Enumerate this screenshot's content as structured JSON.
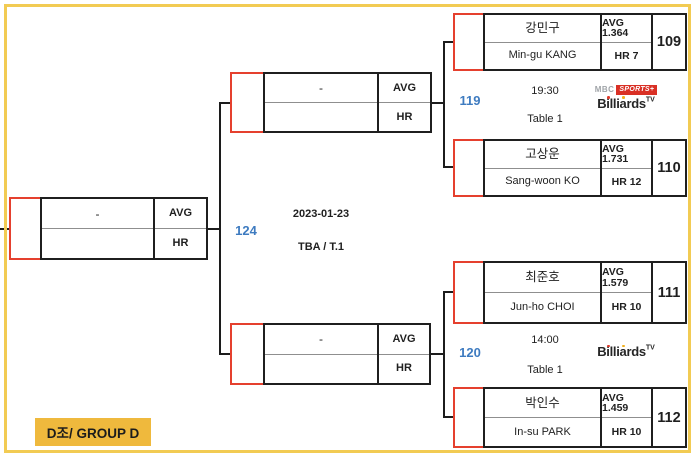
{
  "group_label": "D조/ GROUP D",
  "colors": {
    "outer_border_gold": "#f2cb53",
    "seed_box_red": "#e5402e",
    "box_border_black": "#1f1f1f",
    "match_no_blue": "#3e7bc0",
    "group_label_bg": "#efb93d",
    "sports_badge_red": "#d93025"
  },
  "final": {
    "match_no": "124",
    "date": "2023-01-23",
    "info": "TBA / T.1",
    "slot": {
      "name": "-",
      "avg_label": "AVG",
      "hr_label": "HR"
    }
  },
  "semifinals": [
    {
      "slot": {
        "name": "-",
        "avg_label": "AVG",
        "hr_label": "HR"
      }
    },
    {
      "slot": {
        "name": "-",
        "avg_label": "AVG",
        "hr_label": "HR"
      }
    }
  ],
  "matches": [
    {
      "match_no": "119",
      "time": "19:30",
      "table": "Table 1",
      "broadcasters": [
        "MBC SPORTS+",
        "Billiards TV"
      ],
      "players": [
        {
          "name_kr": "강민구",
          "name_en": "Min-gu KANG",
          "avg": "AVG 1.364",
          "hr": "HR 7",
          "score": "109"
        },
        {
          "name_kr": "고상운",
          "name_en": "Sang-woon KO",
          "avg": "AVG 1.731",
          "hr": "HR 12",
          "score": "110"
        }
      ]
    },
    {
      "match_no": "120",
      "time": "14:00",
      "table": "Table 1",
      "broadcasters": [
        "Billiards TV"
      ],
      "players": [
        {
          "name_kr": "최준호",
          "name_en": "Jun-ho CHOI",
          "avg": "AVG 1.579",
          "hr": "HR 10",
          "score": "111"
        },
        {
          "name_kr": "박인수",
          "name_en": "In-su PARK",
          "avg": "AVG 1.459",
          "hr": "HR 10",
          "score": "112"
        }
      ]
    }
  ],
  "logos": {
    "mbc": "MBC",
    "sports": "SPORTS+",
    "billiards": "Billiards",
    "tv": "TV"
  }
}
